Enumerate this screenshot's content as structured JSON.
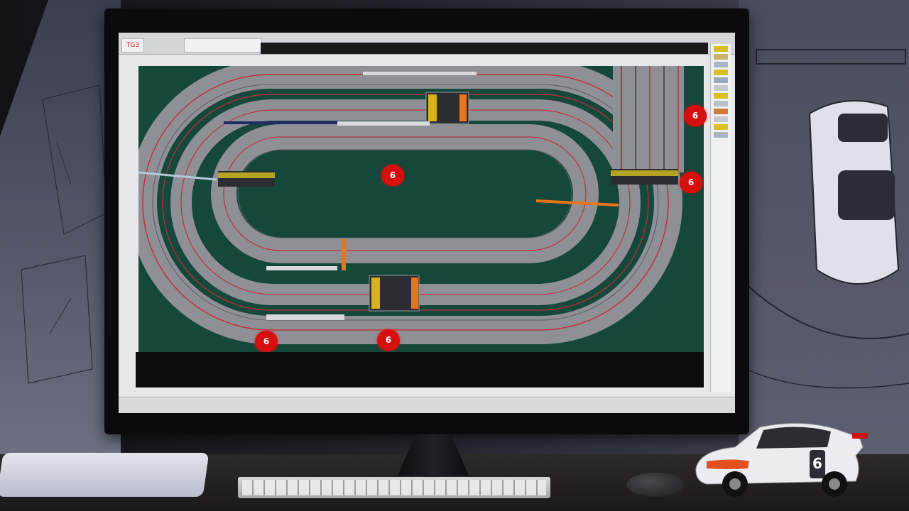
{
  "window": {
    "title_tab": "TG3",
    "second_tab": "",
    "status_left": "",
    "status_right": ""
  },
  "markers": [
    {
      "label": "6"
    },
    {
      "label": "6"
    },
    {
      "label": "6"
    },
    {
      "label": "6"
    },
    {
      "label": "6"
    }
  ],
  "colors": {
    "canvas_bg": "#15473a",
    "track": "#8e9096",
    "lane_red": "#c0303a",
    "accent_orange": "#e8751a",
    "marker_red": "#d60f0f"
  },
  "toy_car": {
    "number": "6"
  }
}
